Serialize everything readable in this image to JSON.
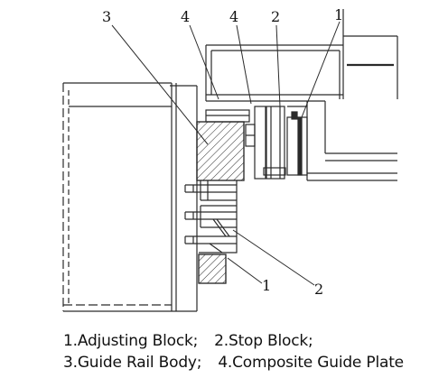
{
  "callouts": {
    "top": [
      "3",
      "4",
      "4",
      "2",
      "1"
    ],
    "bottom": [
      "1",
      "2"
    ]
  },
  "legend": {
    "line1": [
      {
        "num": "1.",
        "label": "Adjusting Block;"
      },
      {
        "num": "2.",
        "label": "Stop Block;"
      }
    ],
    "line2": [
      {
        "num": "3.",
        "label": "Guide Rail Body;"
      },
      {
        "num": "4.",
        "label": "Composite Guide Plate"
      }
    ]
  },
  "colors": {
    "line": "#2a2a2a",
    "background": "#ffffff"
  }
}
